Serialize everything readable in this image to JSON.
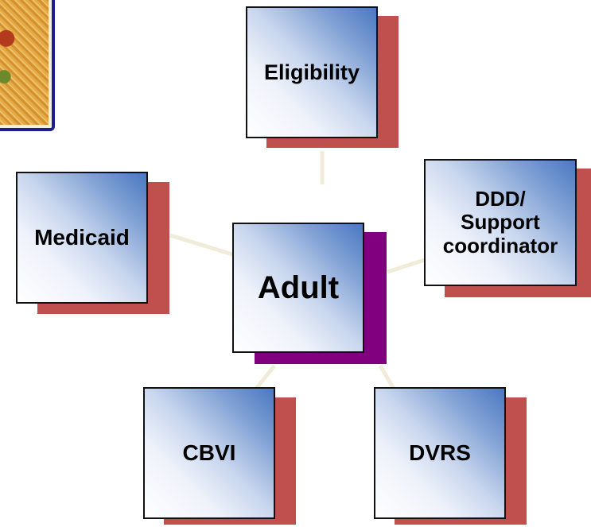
{
  "colors": {
    "connector": "#f0ecd9",
    "satellite_shadow": "#c0504d",
    "center_shadow": "#800080",
    "box_border": "#111111"
  },
  "center": {
    "label": "Adult"
  },
  "satellites": {
    "eligibility": {
      "label": "Eligibility"
    },
    "medicaid": {
      "label": "Medicaid"
    },
    "ddd": {
      "label": "DDD/\nSupport\ncoordinator"
    },
    "cbvi": {
      "label": "CBVI"
    },
    "dvrs": {
      "label": "DVRS"
    }
  }
}
